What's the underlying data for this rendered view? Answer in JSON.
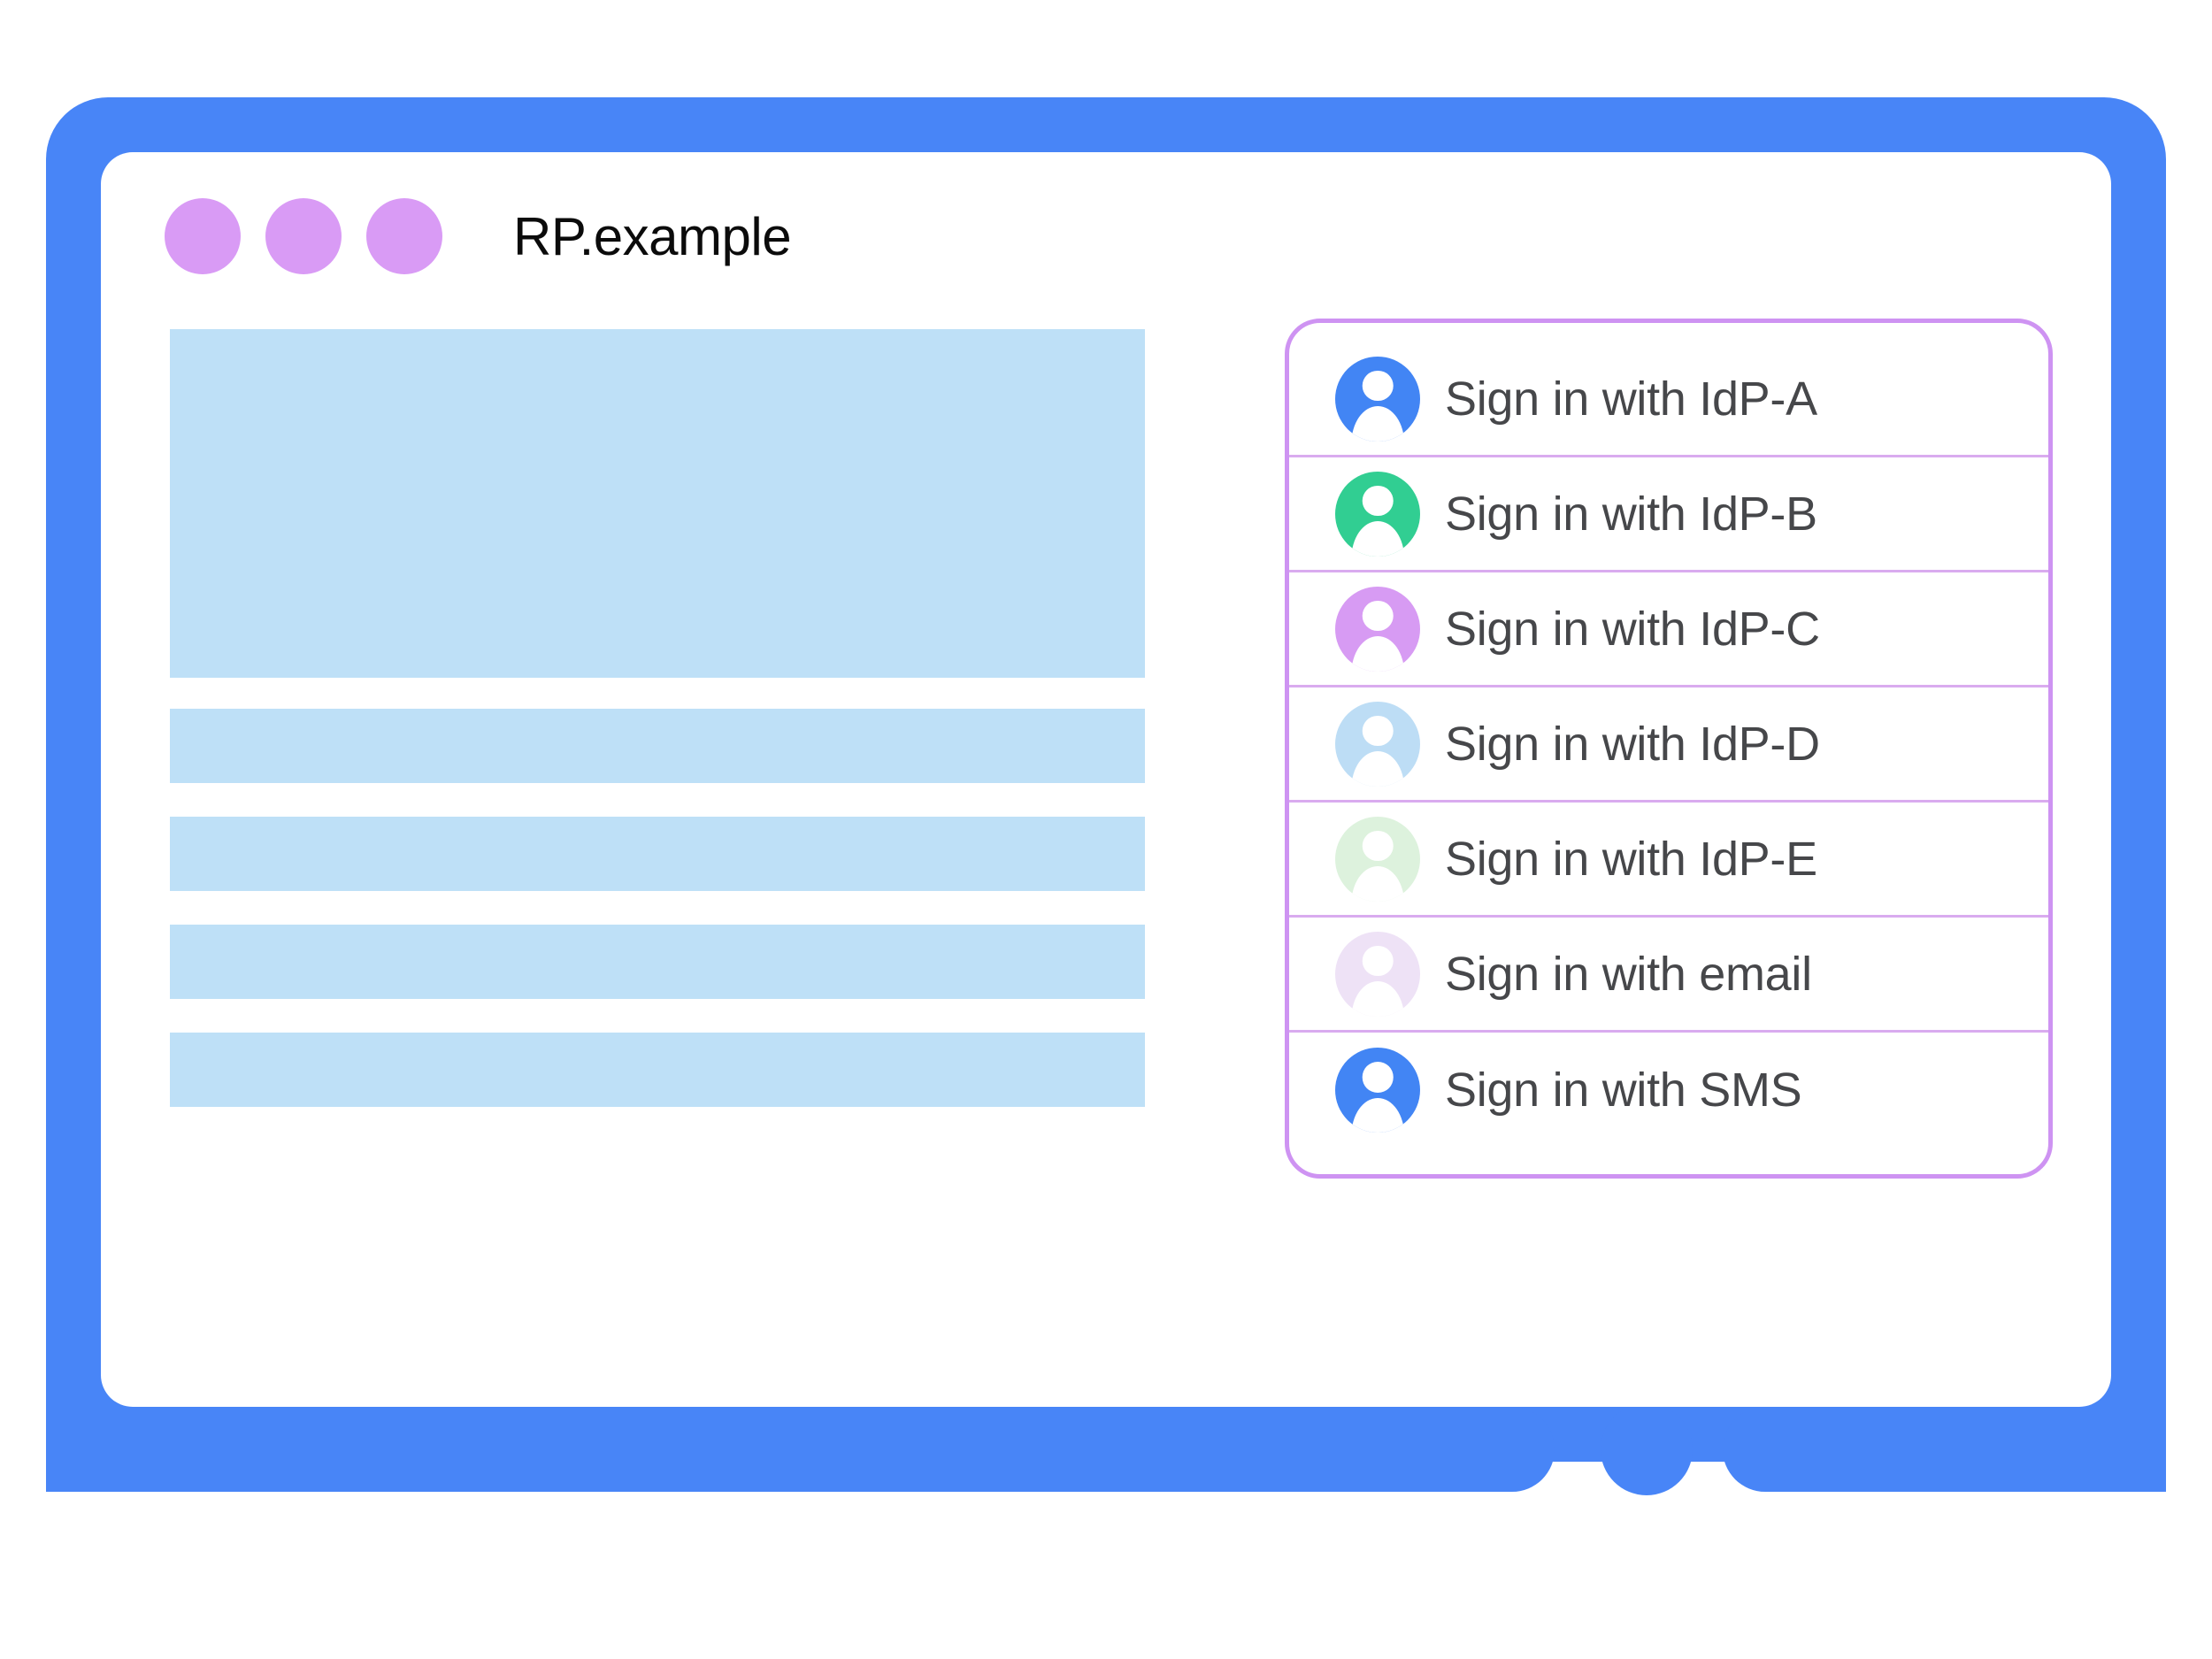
{
  "window": {
    "tab_title": "RP.example",
    "traffic_dots": [
      "dot-1",
      "dot-2",
      "dot-3"
    ],
    "dot_color": "#D99BF5",
    "bezel_color": "#4885F7",
    "home_button_name": "home-button"
  },
  "content_placeholders": {
    "hero_name": "content-placeholder-hero",
    "bars": [
      "content-placeholder-bar-1",
      "content-placeholder-bar-2",
      "content-placeholder-bar-3",
      "content-placeholder-bar-4"
    ],
    "fill_color": "#BEE0F7"
  },
  "idp_panel": {
    "border_color": "#CE93F2",
    "divider_color": "#D9ABEF",
    "text_color": "#46474A",
    "items": [
      {
        "label": "Sign in with IdP-A",
        "icon": "account-avatar-icon",
        "avatar_color": "#4285F4"
      },
      {
        "label": "Sign in with IdP-B",
        "icon": "account-avatar-icon",
        "avatar_color": "#31CE92"
      },
      {
        "label": "Sign in with IdP-C",
        "icon": "account-avatar-icon",
        "avatar_color": "#D79BF3"
      },
      {
        "label": "Sign in with IdP-D",
        "icon": "account-avatar-icon",
        "avatar_color": "#BDDDF5"
      },
      {
        "label": "Sign in with IdP-E",
        "icon": "account-avatar-icon",
        "avatar_color": "#DDF2DD"
      },
      {
        "label": "Sign in with email",
        "icon": "account-avatar-icon",
        "avatar_color": "#EEE2F6"
      },
      {
        "label": "Sign in with SMS",
        "icon": "account-avatar-icon",
        "avatar_color": "#4285F4"
      }
    ]
  }
}
